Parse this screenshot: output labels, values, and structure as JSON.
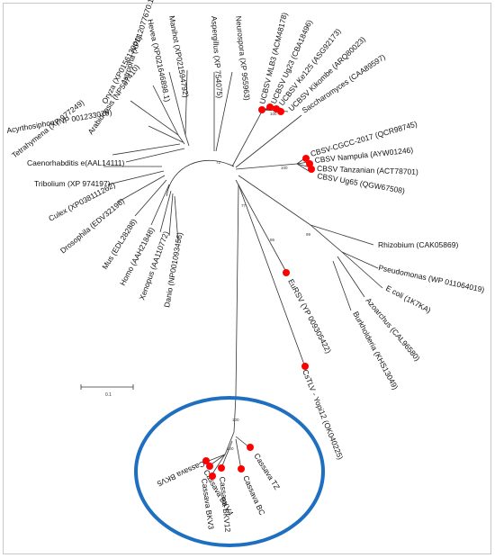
{
  "tree": {
    "accent_marker": "#ff0000",
    "highlight_ring": "#1f6fc1",
    "scale_bar_label": "0.1",
    "leaves": [
      {
        "label": "Acyrthosiphon (NP 001233079)"
      },
      {
        "label": "Tetrahymena (XP 977249)"
      },
      {
        "label": "Arabidopsis (NP567410)"
      },
      {
        "label": "Oryza (XP015613001)"
      },
      {
        "label": "Jatropha (XP012077670.1)"
      },
      {
        "label": "Hevea (XP021646898.1)"
      },
      {
        "label": "Manihot (XP021594792)"
      },
      {
        "label": "Aspergillus (XP 754075)"
      },
      {
        "label": "Neurospora (XP 955963)"
      },
      {
        "label": "UCBSV MLB3 (ACM48178)"
      },
      {
        "label": "UCBSV Ug23 (CBA18496)"
      },
      {
        "label": "UCBSV Ke125 (ASG92173)"
      },
      {
        "label": "UCBSV Kikombe (ARQ80023)"
      },
      {
        "label": "Saccharomyces (CAA89597)"
      },
      {
        "label": "CBSV-CGCC-2017 (QCR98745)"
      },
      {
        "label": "CBSV Nampula (AYW01246)"
      },
      {
        "label": "CBSV Tanzanian (ACT78701)"
      },
      {
        "label": "CBSV Ug65 (QGW67508)"
      },
      {
        "label": "Caenorhabditis e(AAL14111)"
      },
      {
        "label": "Tribolium (XP 974197)"
      },
      {
        "label": "Culex (XP038111262)"
      },
      {
        "label": "Drosophila (EDV32196)"
      },
      {
        "label": "Mus (EDL28288)"
      },
      {
        "label": "Homo (AAH21848)"
      },
      {
        "label": "Xenopus (AA110772)"
      },
      {
        "label": "Danio (NP001093456)"
      },
      {
        "label": "Rhizobium (CAK05869)"
      },
      {
        "label": "Pseudomonas (WP 011064019)"
      },
      {
        "label": "E coli (1K7KA)"
      },
      {
        "label": "Azoarchus (CAL96580)"
      },
      {
        "label": "Burkholderia (KHS13049)"
      },
      {
        "label": "EuRSV (YP 009305422)"
      },
      {
        "label": "CsTLV - Yopi12 (OK040225)"
      },
      {
        "label": "Cassava TZ"
      },
      {
        "label": "Cassava BKV5"
      },
      {
        "label": "Cassava BKV4"
      },
      {
        "label": "Cassava BKV3"
      },
      {
        "label": "Cassava BKV12"
      },
      {
        "label": "Cassava BC"
      }
    ],
    "bootstrap_labels": [
      "72",
      "100",
      "100",
      "86",
      "77",
      "99",
      "100",
      "100"
    ]
  }
}
